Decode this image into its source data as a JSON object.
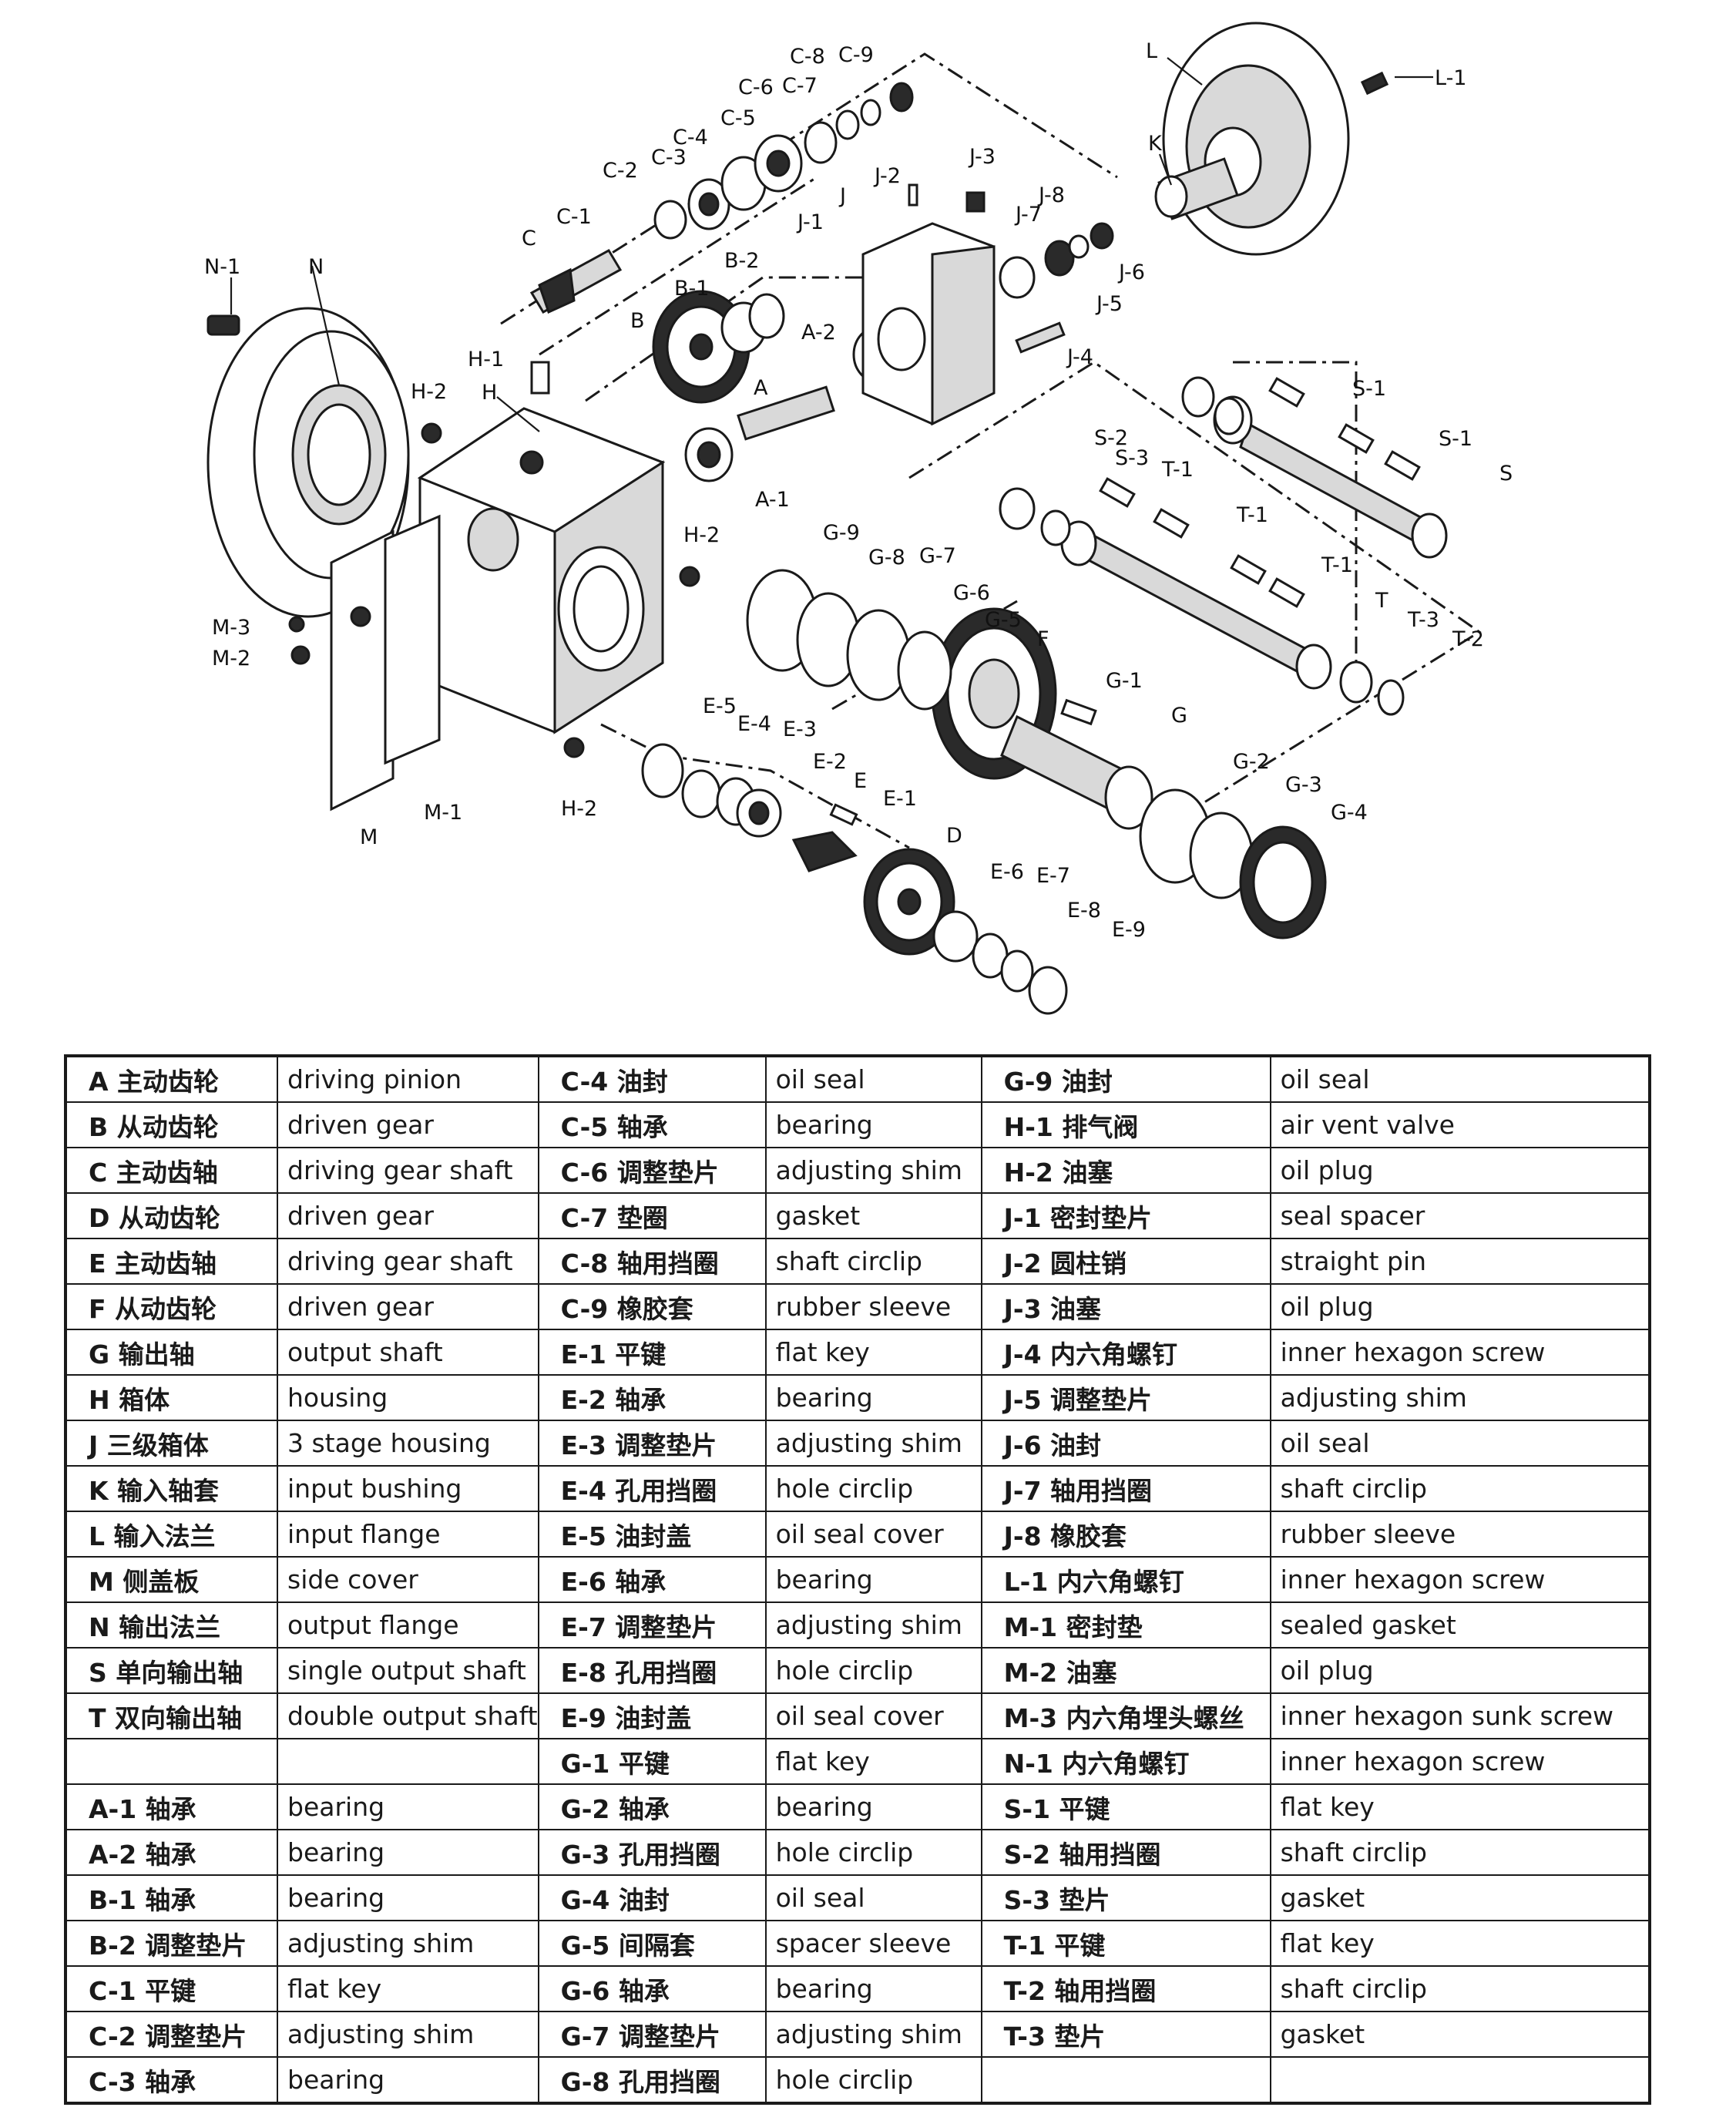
{
  "diagram": {
    "labels": [
      "A",
      "A-1",
      "A-2",
      "B",
      "B-1",
      "B-2",
      "C",
      "C-1",
      "C-2",
      "C-3",
      "C-4",
      "C-5",
      "C-6",
      "C-7",
      "C-8",
      "C-9",
      "D",
      "E",
      "E-1",
      "E-2",
      "E-3",
      "E-4",
      "E-5",
      "E-6",
      "E-7",
      "E-8",
      "E-9",
      "F",
      "G",
      "G-1",
      "G-2",
      "G-3",
      "G-4",
      "G-5",
      "G-6",
      "G-7",
      "G-8",
      "G-9",
      "H",
      "H-1",
      "H-2",
      "H-2",
      "H-2",
      "J",
      "J-1",
      "J-2",
      "J-3",
      "J-4",
      "J-5",
      "J-6",
      "J-7",
      "J-8",
      "K",
      "L",
      "L-1",
      "M",
      "M-1",
      "M-2",
      "M-3",
      "N",
      "N-1",
      "S",
      "S-1",
      "S-1",
      "S-2",
      "S-3",
      "T",
      "T-1",
      "T-1",
      "T-1",
      "T-2",
      "T-3"
    ]
  },
  "table": {
    "rows": [
      [
        "A 主动齿轮",
        "driving pinion",
        "C-4 油封",
        "oil seal",
        "G-9 油封",
        "oil seal"
      ],
      [
        "B 从动齿轮",
        "driven gear",
        "C-5 轴承",
        "bearing",
        "H-1 排气阀",
        "air vent valve"
      ],
      [
        "C 主动齿轴",
        "driving gear shaft",
        "C-6 调整垫片",
        "adjusting shim",
        "H-2 油塞",
        "oil plug"
      ],
      [
        "D 从动齿轮",
        "driven gear",
        "C-7 垫圈",
        "gasket",
        "J-1 密封垫片",
        "seal spacer"
      ],
      [
        "E 主动齿轴",
        "driving gear shaft",
        "C-8 轴用挡圈",
        "shaft circlip",
        "J-2 圆柱销",
        "straight pin"
      ],
      [
        "F 从动齿轮",
        "driven gear",
        "C-9 橡胶套",
        "rubber sleeve",
        "J-3 油塞",
        "oil plug"
      ],
      [
        "G 输出轴",
        "output shaft",
        "E-1 平键",
        "flat key",
        "J-4 内六角螺钉",
        "inner hexagon screw"
      ],
      [
        "H 箱体",
        "housing",
        "E-2 轴承",
        "bearing",
        "J-5 调整垫片",
        "adjusting shim"
      ],
      [
        "J 三级箱体",
        "3 stage housing",
        "E-3 调整垫片",
        "adjusting shim",
        "J-6 油封",
        "oil seal"
      ],
      [
        "K 输入轴套",
        "input  bushing",
        "E-4 孔用挡圈",
        "hole circlip",
        "J-7 轴用挡圈",
        "shaft circlip"
      ],
      [
        "L 输入法兰",
        "input  flange",
        "E-5 油封盖",
        "oil  seal cover",
        "J-8 橡胶套",
        "rubber sleeve"
      ],
      [
        "M 侧盖板",
        "side cover",
        "E-6 轴承",
        "bearing",
        "L-1 内六角螺钉",
        "inner hexagon screw"
      ],
      [
        "N 输出法兰",
        "output flange",
        "E-7 调整垫片",
        "adjusting shim",
        "M-1 密封垫",
        "sealed gasket"
      ],
      [
        "S 单向输出轴",
        "single output shaft",
        "E-8 孔用挡圈",
        "hole circlip",
        "M-2 油塞",
        "oil plug"
      ],
      [
        "T 双向输出轴",
        "double output shaft",
        "E-9 油封盖",
        "oil  seal cover",
        "M-3 内六角埋头螺丝",
        "inner hexagon sunk screw"
      ],
      [
        "",
        "",
        "G-1 平键",
        "flat key",
        "N-1 内六角螺钉",
        "inner hexagon screw"
      ],
      [
        "A-1 轴承",
        "bearing",
        "G-2 轴承",
        "bearing",
        "S-1 平键",
        "flat key"
      ],
      [
        "A-2 轴承",
        "bearing",
        "G-3 孔用挡圈",
        "hole circlip",
        "S-2 轴用挡圈",
        "shaft circlip"
      ],
      [
        "B-1 轴承",
        "bearing",
        "G-4 油封",
        "oil seal",
        "S-3 垫片",
        "gasket"
      ],
      [
        "B-2 调整垫片",
        "adjusting shim",
        "G-5 间隔套",
        "spacer sleeve",
        "T-1 平键",
        "flat key"
      ],
      [
        "C-1 平键",
        "flat key",
        "G-6 轴承",
        "bearing",
        "T-2 轴用挡圈",
        "shaft circlip"
      ],
      [
        "C-2 调整垫片",
        "adjusting shim",
        "G-7 调整垫片",
        "adjusting shim",
        "T-3 垫片",
        "gasket"
      ],
      [
        "C-3 轴承",
        "bearing",
        "G-8 孔用挡圈",
        "hole circlip",
        "",
        ""
      ]
    ]
  }
}
